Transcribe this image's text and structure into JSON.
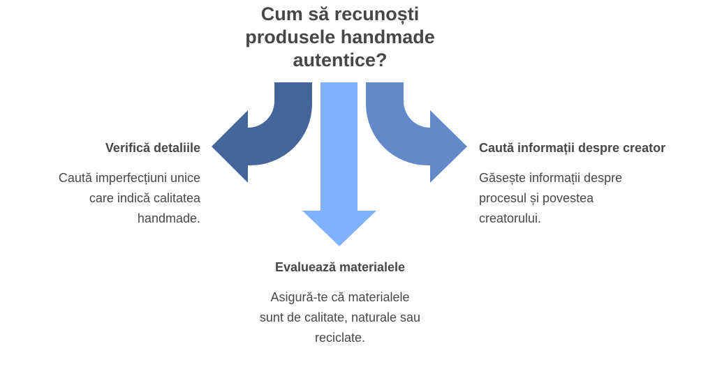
{
  "title": {
    "lines": [
      "Cum să recunoști",
      "produsele handmade",
      "autentice?"
    ]
  },
  "colors": {
    "left_arrow": "#46659a",
    "center_arrow": "#80b1ff",
    "right_arrow": "#6389c9",
    "text": "#474747"
  },
  "branches": {
    "left": {
      "heading": "Verifică detaliile",
      "lines": [
        "Caută imperfecțiuni unice",
        "care indică calitatea",
        "handmade."
      ]
    },
    "center": {
      "heading": "Evaluează materialele",
      "lines": [
        "Asigură-te că materialele",
        "sunt de calitate, naturale sau",
        "reciclate."
      ]
    },
    "right": {
      "heading": "Caută informații despre creator",
      "lines": [
        "Găsește informații despre",
        "procesul și povestea",
        "creatorului."
      ]
    }
  }
}
